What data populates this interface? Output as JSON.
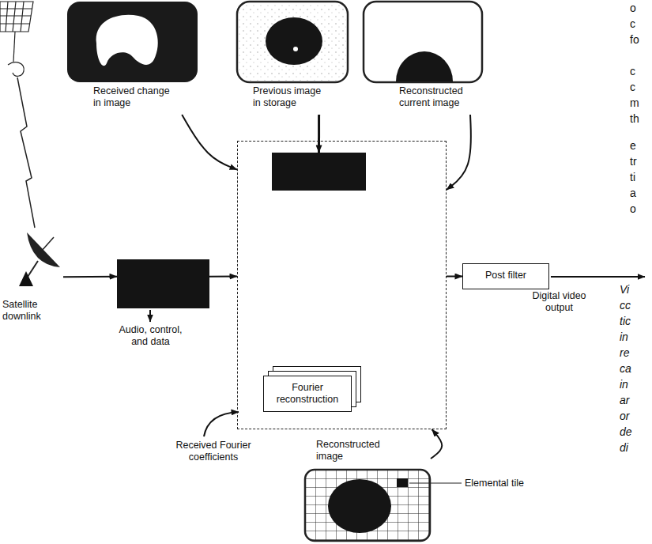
{
  "diagram": {
    "nodes": [
      {
        "text": [
          "Received change in image"
        ]
      },
      {
        "text": [
          "Previous image in storage"
        ]
      },
      {
        "text": [
          "Reconstructed current image"
        ]
      },
      {
        "text": [
          "Satellite downlink"
        ]
      },
      {
        "text": []
      },
      {
        "text": []
      },
      {
        "text": [],
        "in": 5
      },
      {
        "text": [
          "Fourier reconstruction"
        ],
        "in": 5
      },
      {
        "text": [
          "Post filter"
        ]
      },
      {
        "text": [
          "Reconstructed image"
        ]
      }
    ],
    "edges": [
      {
        "from": 3,
        "to": 4,
        "arrow": "to"
      },
      {
        "from": 4,
        "to": 5,
        "arrow": "to"
      },
      {
        "from": 0,
        "to": 5,
        "arrow": "to"
      },
      {
        "from": 1,
        "to": 6,
        "arrow": "to"
      },
      {
        "from": 2,
        "to": 5,
        "arrow": "to"
      },
      {
        "from": 9,
        "to": 5,
        "arrow": "to"
      },
      {
        "from": 5,
        "to": 8,
        "arrow": "to"
      }
    ],
    "labels": [
      "o",
      "c",
      "fo",
      "c",
      "c",
      "m",
      "th",
      "e",
      "tr",
      "ti",
      "a",
      "o",
      "Audio, control, and data",
      "Digital video output",
      "Vi",
      "cc",
      "tic",
      "in",
      "re",
      "ca",
      "in",
      "ar",
      "or",
      "de",
      "di",
      "Received Fourier coefficients",
      "Elemental tile"
    ]
  }
}
